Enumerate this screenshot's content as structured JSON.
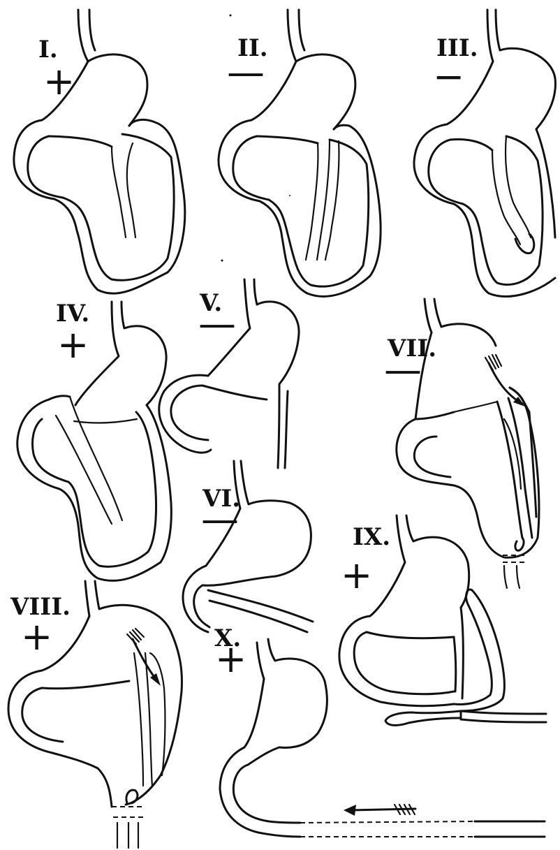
{
  "figures": [
    {
      "id": "I",
      "numeral": "I.",
      "sign": "+"
    },
    {
      "id": "II",
      "numeral": "II.",
      "sign": "—"
    },
    {
      "id": "III",
      "numeral": "III.",
      "sign": "−"
    },
    {
      "id": "IV",
      "numeral": "IV.",
      "sign": "+"
    },
    {
      "id": "V",
      "numeral": "V.",
      "sign": "—"
    },
    {
      "id": "VI",
      "numeral": "VI.",
      "sign": "—"
    },
    {
      "id": "VII",
      "numeral": "VII.",
      "sign": "—"
    },
    {
      "id": "VIII",
      "numeral": "VIII.",
      "sign": "+"
    },
    {
      "id": "IX",
      "numeral": "IX.",
      "sign": "+"
    },
    {
      "id": "X",
      "numeral": "X.",
      "sign": "+"
    }
  ],
  "colors": {
    "ink": "#111111",
    "paper": "#ffffff"
  }
}
